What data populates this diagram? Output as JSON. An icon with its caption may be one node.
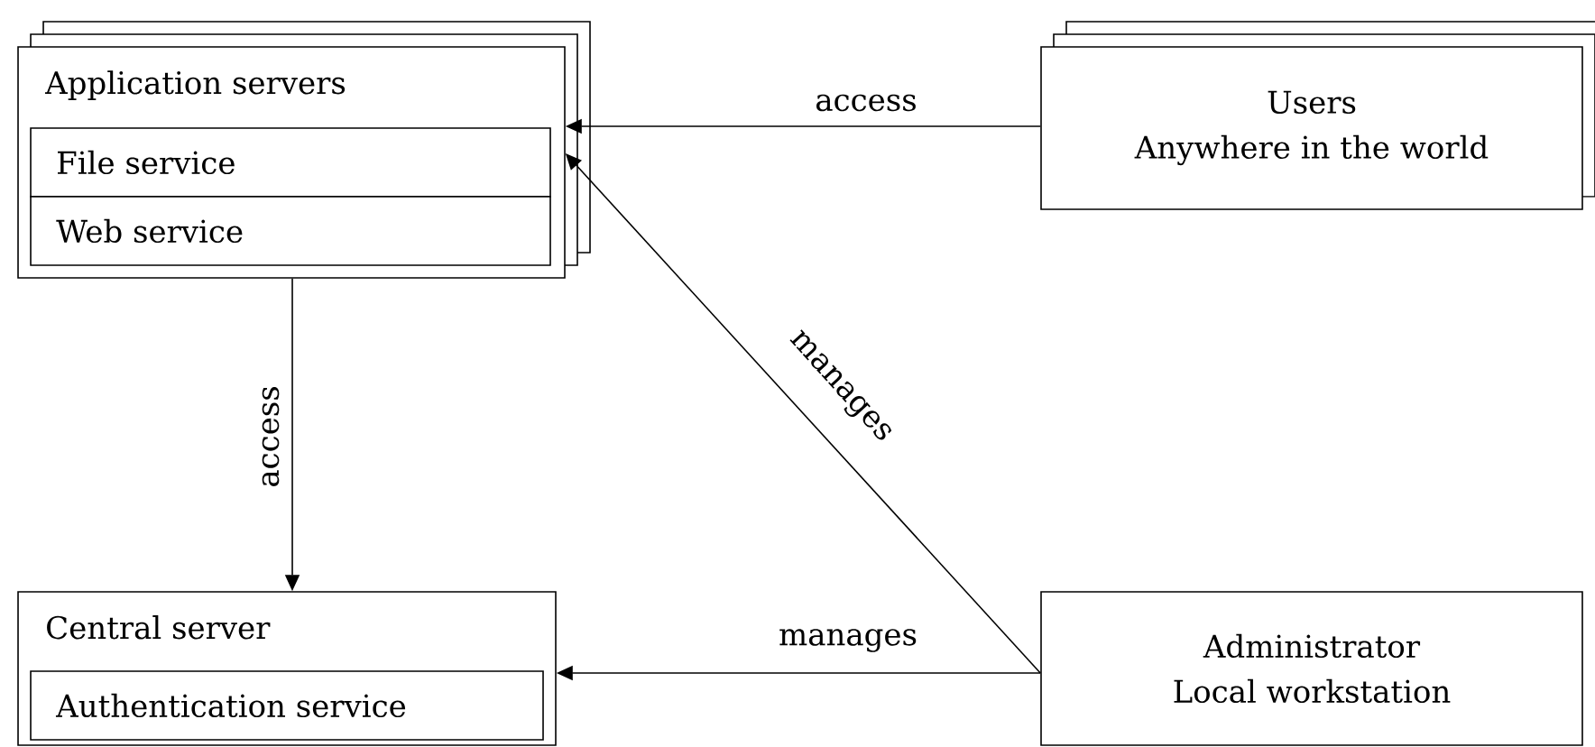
{
  "diagram": {
    "nodes": [
      {
        "text": [
          "Application servers"
        ]
      },
      {
        "text": [
          "File service"
        ],
        "in": 0
      },
      {
        "text": [
          "Web service"
        ],
        "in": 0
      },
      {
        "text": [
          "Users",
          "Anywhere in the world"
        ]
      },
      {
        "text": [
          "Central server"
        ]
      },
      {
        "text": [
          "Authentication service"
        ],
        "in": 4
      },
      {
        "text": [
          "Administrator",
          "Local workstation"
        ]
      }
    ],
    "edges": [
      {
        "from": 3,
        "to": 0,
        "arrow": "to",
        "label": "access"
      },
      {
        "from": 6,
        "to": 0,
        "arrow": "to",
        "label": "manages"
      },
      {
        "from": 0,
        "to": 4,
        "arrow": "to",
        "label": "access"
      },
      {
        "from": 6,
        "to": 4,
        "arrow": "to",
        "label": "manages"
      }
    ]
  }
}
